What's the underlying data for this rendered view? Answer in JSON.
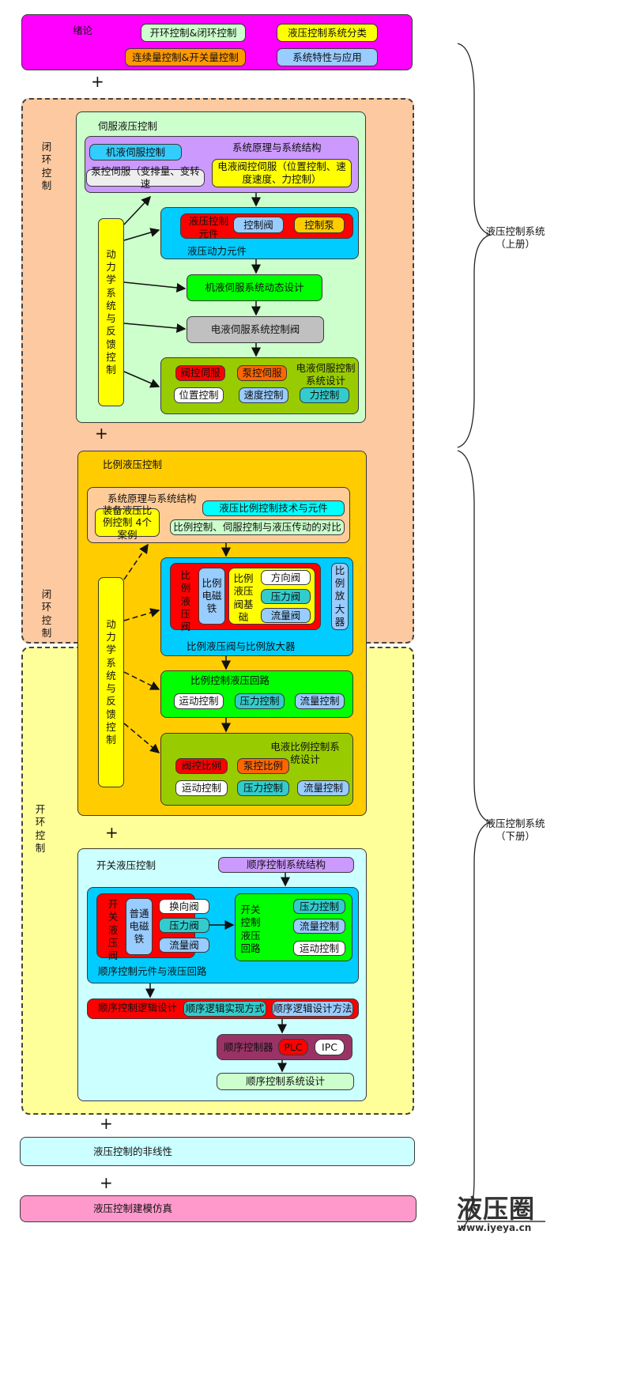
{
  "intro": {
    "title": "绪论",
    "items": [
      "开环控制&闭环控制",
      "液压控制系统分类",
      "连续量控制&开关量控制",
      "系统特性与应用"
    ]
  },
  "closed_loop_label": "闭环控制",
  "open_loop_label": "开环控制",
  "servo": {
    "title": "伺服液压控制",
    "principle": {
      "title": "系统原理与系统结构",
      "mech": "机液伺服控制",
      "pump": "泵控伺服（变排量、变转速",
      "electro": "电液阀控伺服（位置控制、速度速度、力控制）"
    },
    "dynamics": "动力学系统与反馈控制",
    "power": {
      "title": "液压动力元件",
      "control_elem": "液压控制元件",
      "valve": "控制阀",
      "pump": "控制泵"
    },
    "mech_design": "机液伺服系统动态设计",
    "valve": "电液伺服系统控制阀",
    "design": {
      "title": "电液伺服控制系统设计",
      "valve_servo": "阀控伺服",
      "pump_servo": "泵控伺服",
      "position": "位置控制",
      "speed": "速度控制",
      "force": "力控制"
    }
  },
  "prop": {
    "title": "比例液压控制",
    "principle": {
      "title": "系统原理与系统结构",
      "tech": "液压比例控制技术与元件",
      "cases": "装备液压比例控制 4个案例",
      "compare": "比例控制、伺服控制与液压传动的对比"
    },
    "dynamics": "动力学系统与反馈控制",
    "valve_group": {
      "title": "比例液压阀与比例放大器",
      "valve": "比例液压阀",
      "solenoid": "比例电磁铁",
      "base": "比例液压阀基础",
      "dir": "方向阀",
      "pressure": "压力阀",
      "flow": "流量阀",
      "amp": "比例放大器"
    },
    "circuit": {
      "title": "比例控制液压回路",
      "motion": "运动控制",
      "pressure": "压力控制",
      "flow": "流量控制"
    },
    "design": {
      "title": "电液比例控制系统设计",
      "valve_prop": "阀控比例",
      "pump_prop": "泵控比例",
      "motion": "运动控制",
      "pressure": "压力控制",
      "flow": "流量控制"
    }
  },
  "switch": {
    "title": "开关液压控制",
    "structure": "顺序控制系统结构",
    "elements": {
      "title": "顺序控制元件与液压回路",
      "valve": "开关液压阀",
      "solenoid": "普通电磁铁",
      "reverse": "换向阀",
      "pressure": "压力阀",
      "flow": "流量阀",
      "circuit": "开关控制液压回路",
      "c_pressure": "压力控制",
      "c_flow": "流量控制",
      "c_motion": "运动控制"
    },
    "logic": {
      "title": "顺序控制逻辑设计",
      "impl": "顺序逻辑实现方式",
      "method": "顺序逻辑设计方法"
    },
    "controller": {
      "title": "顺序控制器",
      "plc": "PLC",
      "ipc": "IPC"
    },
    "design": "顺序控制系统设计"
  },
  "nonlinear": "液压控制的非线性",
  "sim": "液压控制建模仿真",
  "plus": "+",
  "vol1": [
    "液压控制系统",
    "（上册）"
  ],
  "vol2": [
    "液压控制系统",
    "（下册）"
  ],
  "logo": {
    "text": "液压圈",
    "url": "www.iyeya.cn"
  }
}
